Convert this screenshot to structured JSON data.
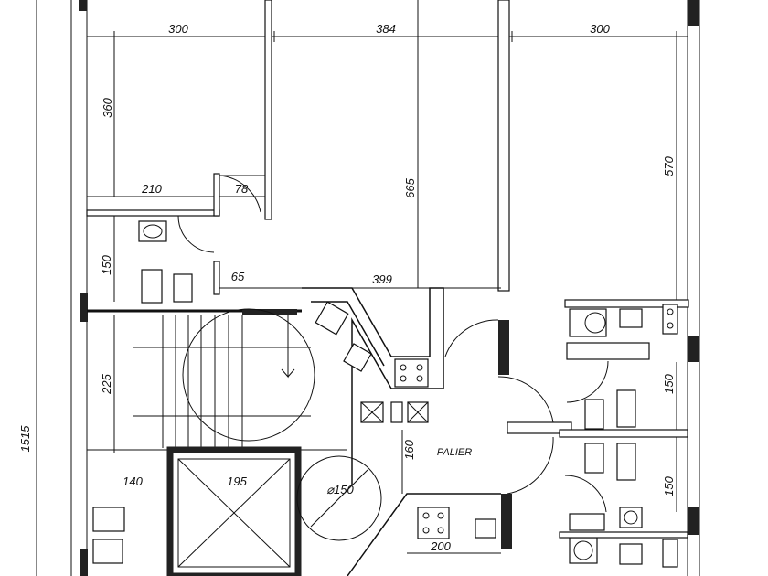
{
  "plan": {
    "dimensions": {
      "top_left_width": "300",
      "top_center_width": "384",
      "top_right_width": "300",
      "left_room_height": "360",
      "center_room_height": "665",
      "right_room_height": "570",
      "bath_width": "210",
      "door_width": "78",
      "bath_height": "150",
      "small_width": "65",
      "hall_width": "399",
      "stair_height": "225",
      "right_bath_upper": "150",
      "right_bath_lower": "150",
      "elevator_left": "140",
      "elevator_width": "195",
      "circle_diameter": "⌀150",
      "landing_height": "160",
      "bottom_width": "200",
      "total_height": "1515"
    },
    "room_labels": {
      "landing": "PALIER"
    }
  }
}
